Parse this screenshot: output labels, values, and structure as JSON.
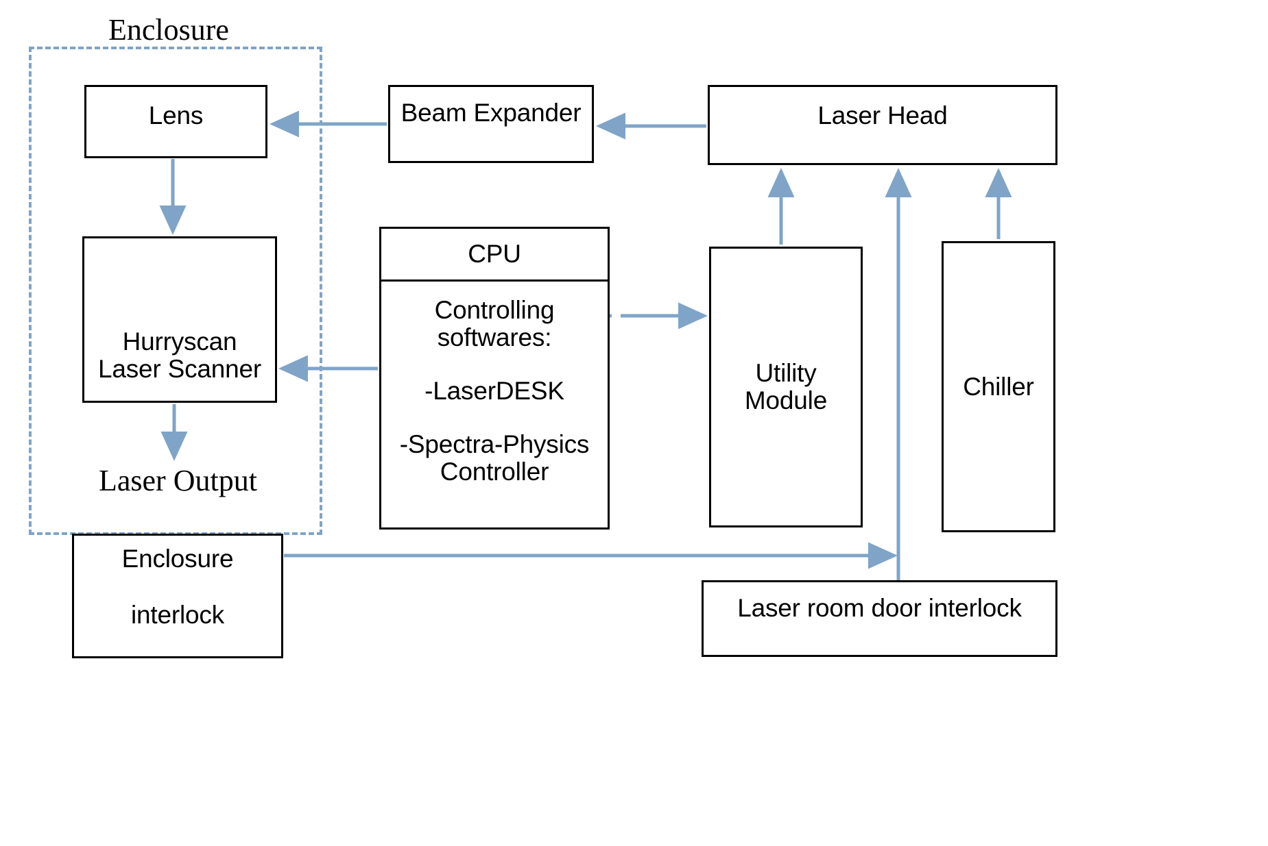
{
  "diagram": {
    "title_label": "Enclosure",
    "laser_output_label": "Laser Output",
    "accent_color": "#7fa4c8",
    "box_border_color": "#000000",
    "boxes": {
      "lens": {
        "label": "Lens"
      },
      "beam_expander": {
        "label": "Beam Expander"
      },
      "laser_head": {
        "label": "Laser Head"
      },
      "scanner": {
        "line1": "Hurryscan",
        "line2": "Laser Scanner"
      },
      "cpu": {
        "header": "CPU",
        "line1": "Controlling",
        "line2": "softwares:",
        "line3": "-LaserDESK",
        "line4": "-Spectra-Physics",
        "line5": "Controller"
      },
      "utility_module": {
        "line1": "Utility",
        "line2": "Module"
      },
      "chiller": {
        "label": "Chiller"
      },
      "enclosure_interlock": {
        "line1": "Enclosure",
        "line2": "interlock"
      },
      "room_interlock": {
        "label": "Laser room door interlock"
      }
    },
    "connections": [
      {
        "name": "laser-head-to-beam-expander",
        "from": "laser_head",
        "to": "beam_expander",
        "direction": "left"
      },
      {
        "name": "beam-expander-to-lens",
        "from": "beam_expander",
        "to": "lens",
        "direction": "left"
      },
      {
        "name": "lens-to-scanner",
        "from": "lens",
        "to": "scanner",
        "direction": "down"
      },
      {
        "name": "scanner-to-laser-output",
        "from": "scanner",
        "to": "laser_output",
        "direction": "down"
      },
      {
        "name": "cpu-to-scanner",
        "from": "cpu",
        "to": "scanner",
        "direction": "left"
      },
      {
        "name": "cpu-to-utility-module",
        "from": "cpu",
        "to": "utility_module",
        "direction": "right"
      },
      {
        "name": "utility-module-to-laser-head",
        "from": "utility_module",
        "to": "laser_head",
        "direction": "up"
      },
      {
        "name": "chiller-to-laser-head",
        "from": "chiller",
        "to": "laser_head",
        "direction": "up"
      },
      {
        "name": "room-interlock-to-laser-head",
        "from": "room_interlock",
        "to": "laser_head",
        "direction": "up"
      },
      {
        "name": "enclosure-interlock-to-room-interlock",
        "from": "enclosure_interlock",
        "to": "room_interlock",
        "direction": "right"
      }
    ]
  }
}
